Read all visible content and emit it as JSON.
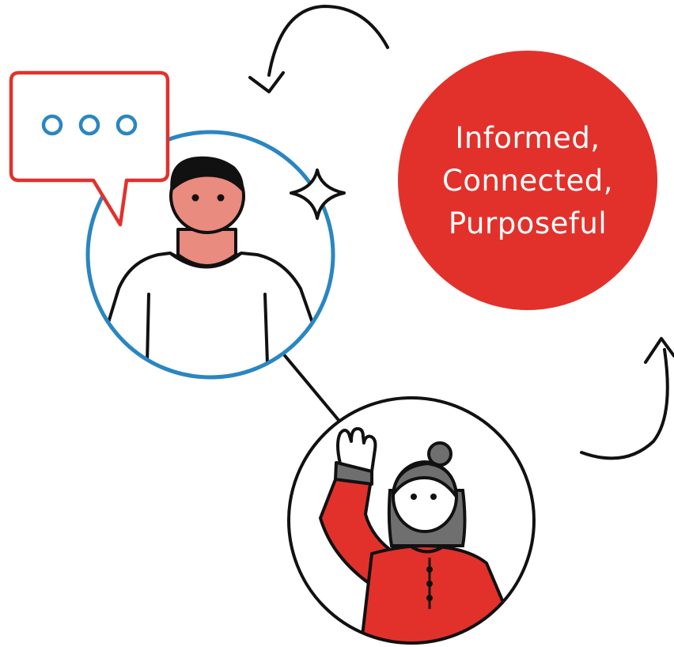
{
  "badge": {
    "lines": [
      "Informed,",
      "Connected,",
      "Purposeful"
    ]
  },
  "colors": {
    "accent_red": "#e2312b",
    "connection_blue": "#2a86c1",
    "outline": "#111111",
    "skin_man": "#e98b7e",
    "hair_woman": "#6f6f6f",
    "background": "#ffffff"
  },
  "icons": {
    "speech_bubble": "speech-bubble-icon",
    "sparkle": "sparkle-icon",
    "cycle_arrow_top": "curved-arrow-icon",
    "cycle_arrow_right": "curved-arrow-icon"
  }
}
